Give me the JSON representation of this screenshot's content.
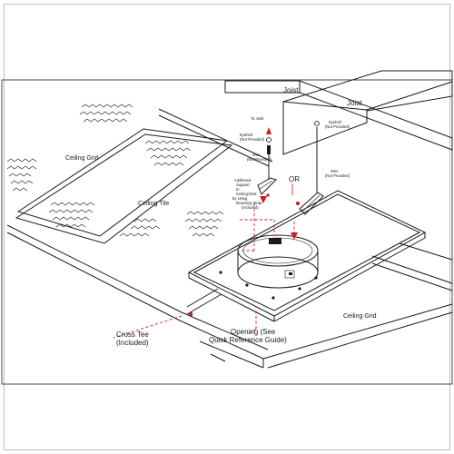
{
  "labels": {
    "joist_1": "Joist",
    "joist_2": "Joist",
    "ceiling_grid_left": "Ceiling Grid",
    "ceiling_tile": "Ceiling Tile",
    "ceiling_grid_right": "Ceiling Grid",
    "or": "OR",
    "to_joist": "To Joist",
    "eyebolt_left_1": "Eyebolt",
    "eyebolt_left_2": "(Not Provided)",
    "eyebolt_right_1": "Eyebolt",
    "eyebolt_right_2": "(Not Provided)",
    "wire_left_1": "Wire",
    "wire_left_2": "(Not Provided)",
    "wire_right_1": "Wire",
    "wire_right_2": "(Not Provided)",
    "support_1": "Additional",
    "support_2": "Support",
    "support_3": "to",
    "support_4": "Ceiling/Joist",
    "support_5": "by Using",
    "support_6": "Mounting Strap",
    "support_7": "(Included)",
    "cross_tee_1": "Cross Tee",
    "cross_tee_2": "(Included)",
    "opening_1": "Opening (See",
    "opening_2": "Quick Reference Guide)"
  },
  "colors": {
    "line": "#1a1a1a",
    "guide": "#d11a1a",
    "background": "#ffffff"
  }
}
